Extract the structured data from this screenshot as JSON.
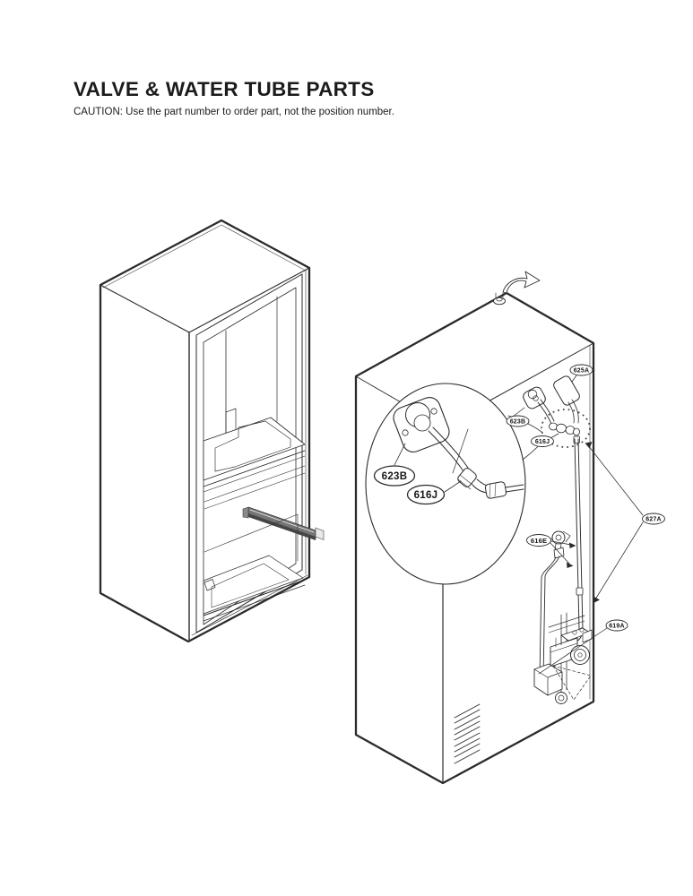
{
  "page": {
    "title": "VALVE & WATER TUBE PARTS",
    "caution": "CAUTION: Use the part number to order part, not the position number."
  },
  "callouts": {
    "detail": [
      {
        "id": "623B",
        "label": "623B"
      },
      {
        "id": "616J",
        "label": "616J"
      }
    ],
    "parts": [
      {
        "id": "623B",
        "label": "623B"
      },
      {
        "id": "625A",
        "label": "625A"
      },
      {
        "id": "616J",
        "label": "616J"
      },
      {
        "id": "616E",
        "label": "616E"
      },
      {
        "id": "627A",
        "label": "627A"
      },
      {
        "id": "619A",
        "label": "619A"
      }
    ]
  }
}
